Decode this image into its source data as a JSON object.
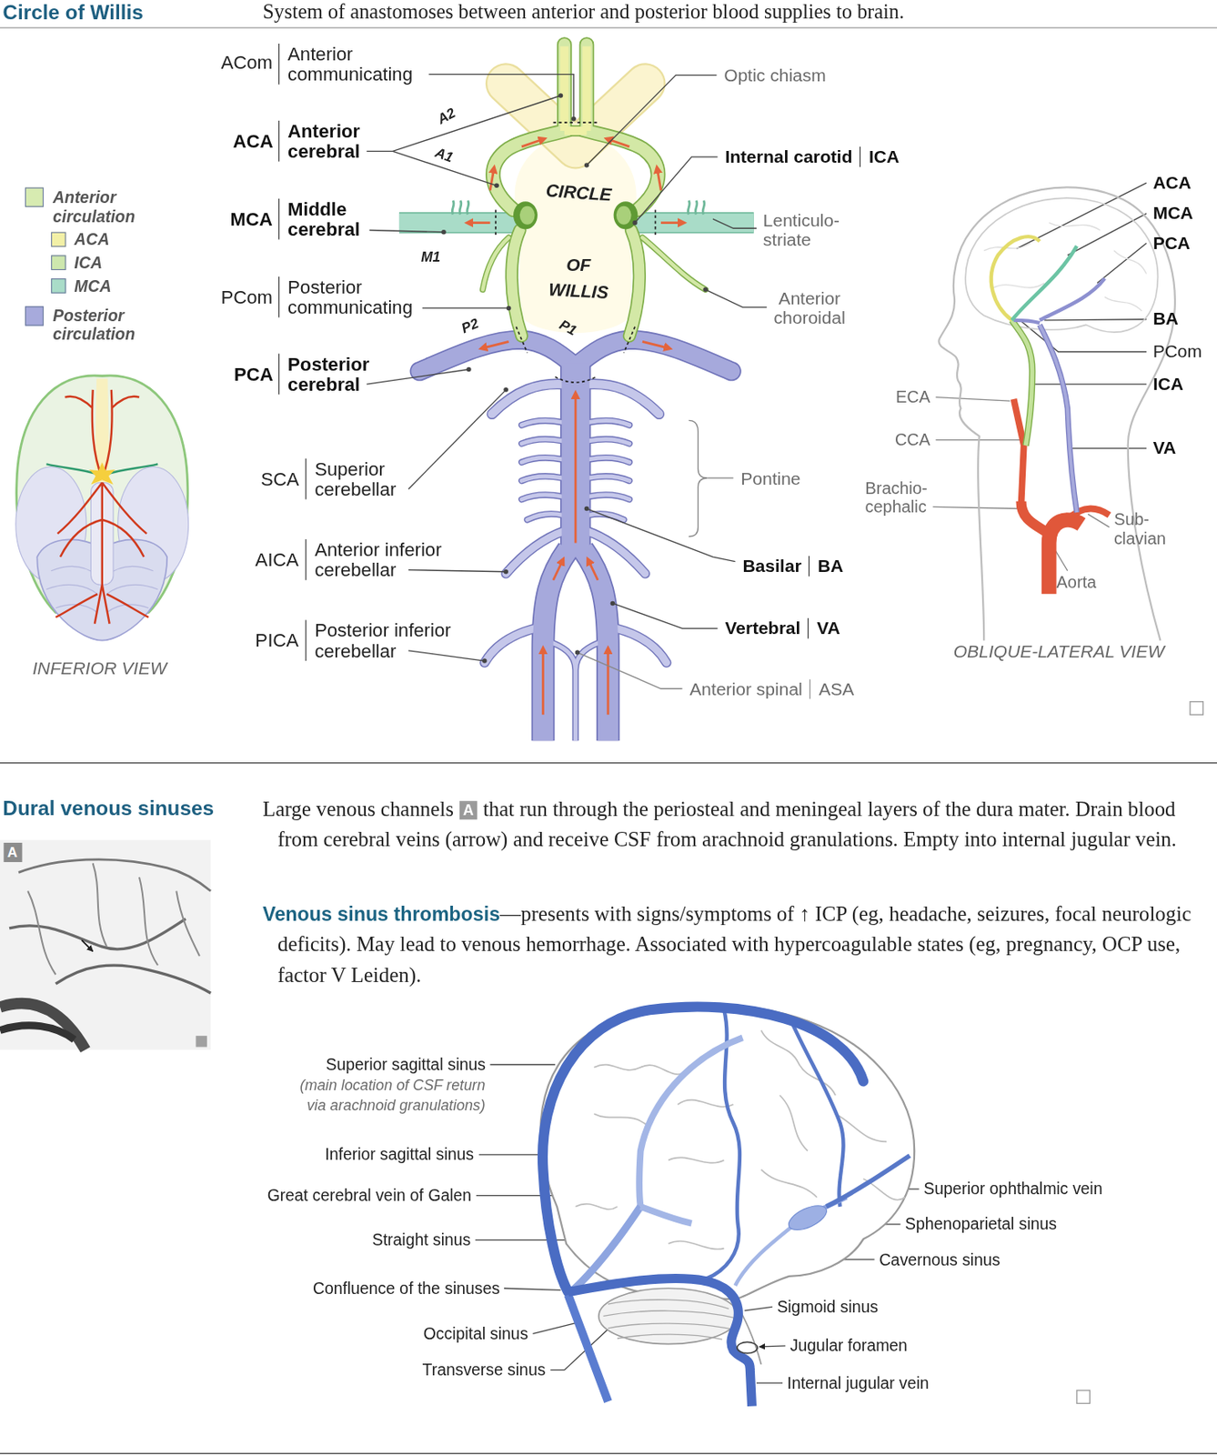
{
  "diagram": {
    "labels": [
      "Circle of Willis",
      "System of anastomoses between anterior and posterior blood supplies to brain.",
      "ACom",
      "Anterior communicating",
      "ACA",
      "Anterior cerebral",
      "MCA",
      "Middle cerebral",
      "PCom",
      "Posterior communicating",
      "PCA",
      "Posterior cerebral",
      "SCA",
      "Superior cerebellar",
      "AICA",
      "Anterior inferior cerebellar",
      "PICA",
      "Posterior inferior cerebellar",
      "A2",
      "A1",
      "M1",
      "P2",
      "P1",
      "CIRCLE",
      "OF",
      "WILLIS",
      "Optic chiasm",
      "Internal carotid",
      "ICA",
      "Lenticulo- striate",
      "Anterior choroidal",
      "Pontine",
      "Basilar",
      "BA",
      "Vertebral",
      "VA",
      "Anterior spinal",
      "ASA",
      "INFERIOR VIEW",
      "ACA",
      "MCA",
      "PCA",
      "BA",
      "PCom",
      "ICA",
      "VA",
      "ECA",
      "CCA",
      "Brachio- cephalic",
      "Sub- clavian",
      "Aorta",
      "OBLIQUE-LATERAL VIEW",
      "Dural venous sinuses",
      "A",
      "Large venous channels",
      "A",
      "that run through the periosteal and meningeal layers of the dura mater. Drain blood from cerebral veins (arrow) and receive CSF from arachnoid granulations. Empty into internal jugular vein.",
      "Venous sinus thrombosis",
      "—presents with signs/symptoms of ↑ ICP (eg, headache, seizures, focal neurologic deficits). May lead to venous hemorrhage. Associated with hypercoagulable states (eg, pregnancy, OCP use, factor V Leiden).",
      "Superior sagittal sinus",
      "(main location of CSF return via arachnoid granulations)",
      "Inferior sagittal sinus",
      "Great cerebral vein of Galen",
      "Straight sinus",
      "Confluence of the sinuses",
      "Occipital sinus",
      "Transverse sinus",
      "Sigmoid sinus",
      "Jugular foramen",
      "Internal jugular vein",
      "Superior ophthalmic vein",
      "Sphenoparietal sinus",
      "Cavernous sinus"
    ],
    "legend": [
      {
        "text": "Anterior circulation",
        "color": "#d7ebb1"
      },
      {
        "text": "ACA",
        "color": "#f2f0a6"
      },
      {
        "text": "ICA",
        "color": "#cde7ad"
      },
      {
        "text": "MCA",
        "color": "#a9dcc8"
      },
      {
        "text": "Posterior circulation",
        "color": "#a7aadc"
      }
    ]
  }
}
